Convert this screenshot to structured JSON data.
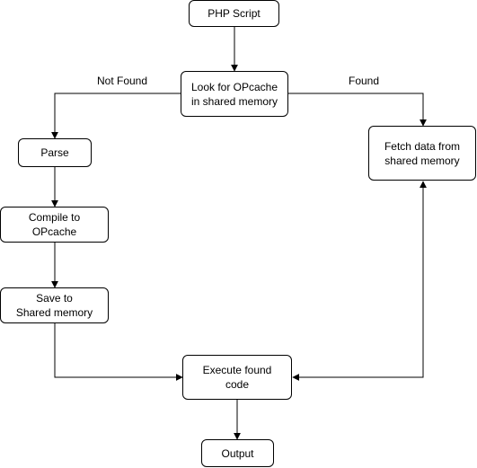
{
  "diagram": {
    "nodes": {
      "php_script": {
        "label": "PHP Script"
      },
      "look_for": {
        "label": "Look for OPcache\nin shared memory"
      },
      "parse": {
        "label": "Parse"
      },
      "compile": {
        "label": "Compile to\nOPcache"
      },
      "save": {
        "label": "Save to\nShared memory"
      },
      "fetch": {
        "label": "Fetch data from\nshared memory"
      },
      "execute": {
        "label": "Execute found\ncode"
      },
      "output": {
        "label": "Output"
      }
    },
    "edge_labels": {
      "not_found": "Not Found",
      "found": "Found"
    },
    "colors": {
      "stroke": "#000000",
      "background": "#ffffff"
    }
  }
}
